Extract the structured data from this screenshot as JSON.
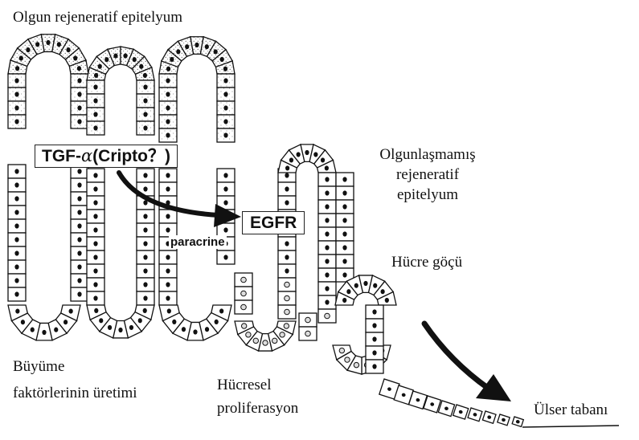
{
  "labels": {
    "mature_epithelium": "Olgun rejeneratif epitelyum",
    "immature_line1": "Olgunlaşmamış",
    "immature_line2": "rejeneratif",
    "immature_line3": "epitelyum",
    "cell_migration": "Hücre göçü",
    "growth_line1": "Büyüme",
    "growth_line2": "faktörlerinin üretimi",
    "prolif_line1": "Hücresel",
    "prolif_line2": "proliferasyon",
    "ulcer_base": "Ülser tabanı"
  },
  "boxes": {
    "tgf_prefix": "TGF-",
    "tgf_alpha": "α",
    "tgf_suffix": "(Cripto？)",
    "egfr": "EGFR",
    "paracrine": "paracrine"
  }
}
